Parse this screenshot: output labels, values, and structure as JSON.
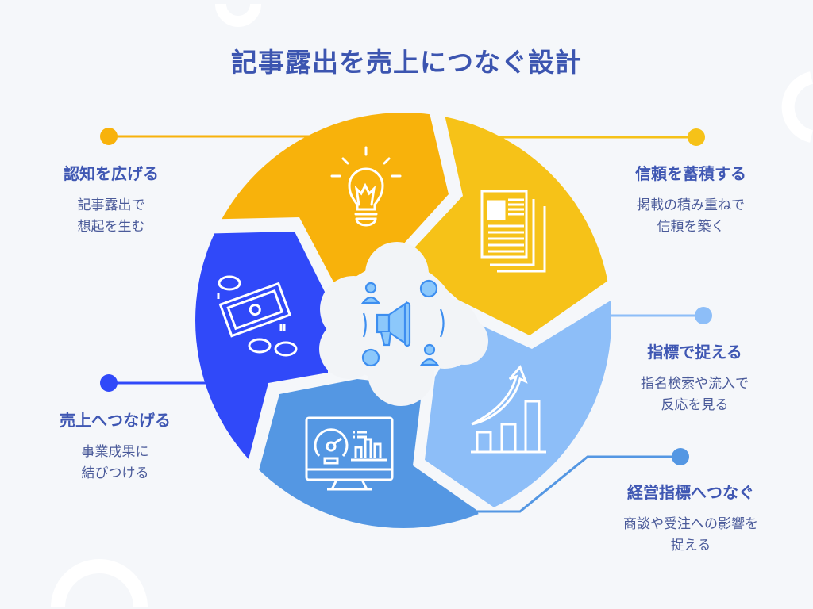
{
  "title": "記事露出を売上につなぐ設計",
  "steps": [
    {
      "heading": "認知を広げる",
      "desc": "記事露出で\n想起を生む",
      "color": "#F8B20B",
      "icon": "lightbulb-icon"
    },
    {
      "heading": "信頼を蓄積する",
      "desc": "掲載の積み重ねで\n信頼を築く",
      "color": "#F6C218",
      "icon": "newspaper-icon"
    },
    {
      "heading": "指標で捉える",
      "desc": "指名検索や流入で\n反応を見る",
      "color": "#8DBEF8",
      "icon": "growth-chart-icon"
    },
    {
      "heading": "経営指標へつなぐ",
      "desc": "商談や受注への影響を\n捉える",
      "color": "#5497E3",
      "icon": "dashboard-monitor-icon"
    },
    {
      "heading": "売上へつなげる",
      "desc": "事業成果に\n結びつける",
      "color": "#3049F9",
      "icon": "money-icon"
    }
  ],
  "center_icon": "megaphone-audience-icon"
}
